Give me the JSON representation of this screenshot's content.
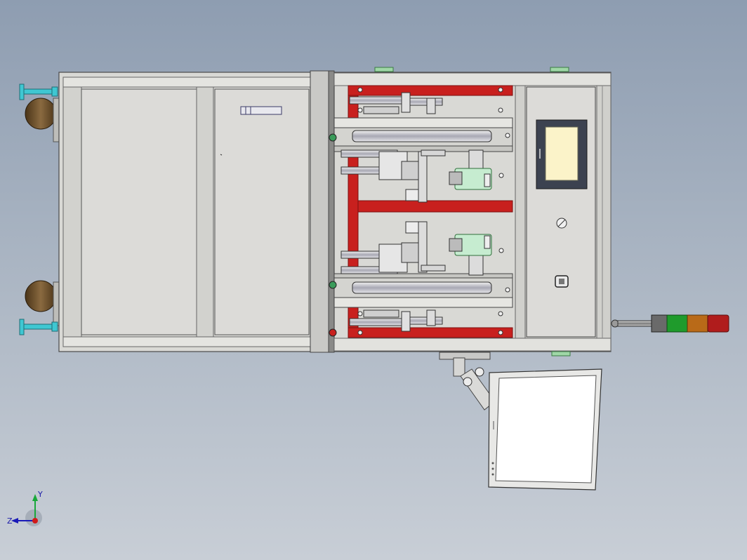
{
  "viewport": {
    "background_top": "#8e9db1",
    "background_bottom": "#c8ced6"
  },
  "colors": {
    "frame": "#d9d9d5",
    "frame_edge": "#4a4a4a",
    "panel": "#dcdbd8",
    "red_plate": "#c8201e",
    "hmi_screen": "#fbf3c9",
    "monitor_screen": "#ffffff",
    "caster": "#6b5030",
    "leveling_foot": "#3fc7d2",
    "tower_green": "#1f9b2c",
    "tower_orange": "#b96a18",
    "tower_red": "#b01c1c"
  },
  "components": {
    "cabinet": "left-cabinet",
    "work_area": "fixture-area",
    "control_panel": "control-panel",
    "signal_tower": "signal-tower",
    "monitor": "monitor-arm"
  },
  "triad": {
    "x_color": "#d11a1a",
    "y_color": "#18a83a",
    "z_color": "#1a1ab8",
    "y_label": "Y",
    "z_label": "Z"
  }
}
